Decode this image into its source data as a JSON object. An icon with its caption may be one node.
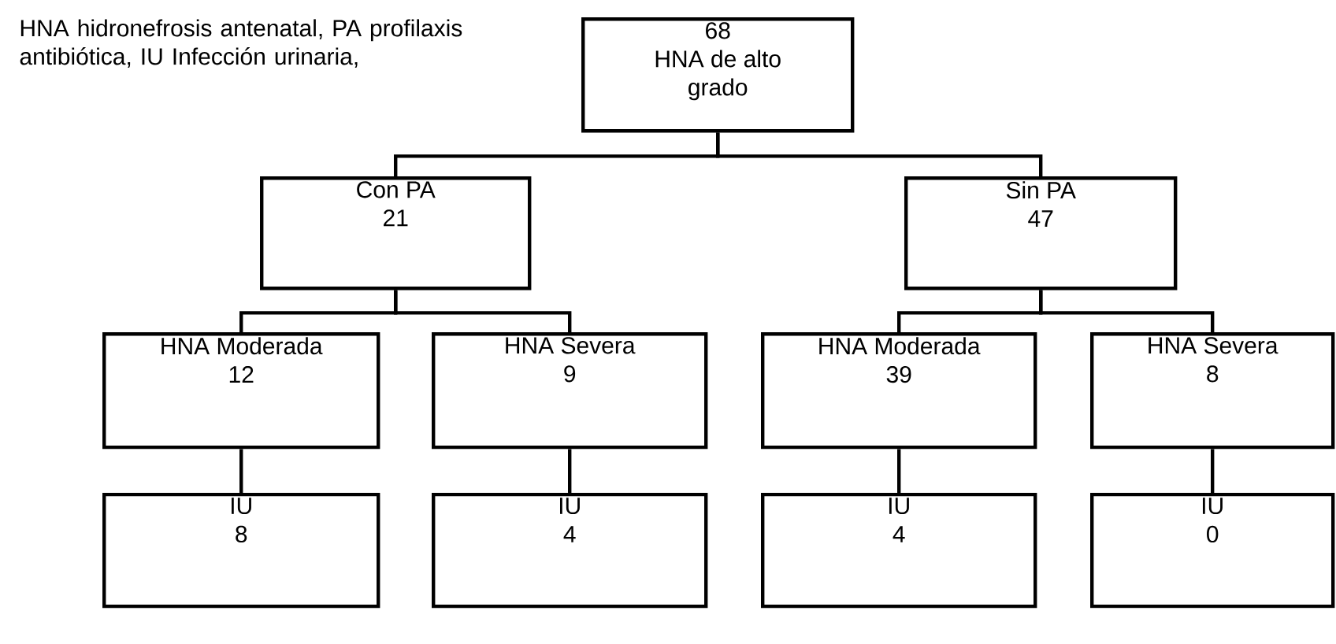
{
  "diagram": {
    "nodes": [
      {
        "text": [
          "68",
          "HNA de alto grado"
        ]
      },
      {
        "text": [
          "Con PA",
          "21"
        ]
      },
      {
        "text": [
          "Sin PA",
          "47"
        ]
      },
      {
        "text": [
          "HNA Moderada",
          "12"
        ]
      },
      {
        "text": [
          "HNA Severa",
          "9"
        ]
      },
      {
        "text": [
          "HNA Moderada",
          "39"
        ]
      },
      {
        "text": [
          "HNA Severa",
          "8"
        ]
      },
      {
        "text": [
          "IU",
          "8"
        ]
      },
      {
        "text": [
          "IU",
          "4"
        ]
      },
      {
        "text": [
          "IU",
          "4"
        ]
      },
      {
        "text": [
          "IU",
          "0"
        ]
      }
    ],
    "edges": [
      {
        "from": 0,
        "to": 1,
        "arrow": "none"
      },
      {
        "from": 0,
        "to": 2,
        "arrow": "none"
      },
      {
        "from": 1,
        "to": 3,
        "arrow": "none"
      },
      {
        "from": 1,
        "to": 4,
        "arrow": "none"
      },
      {
        "from": 2,
        "to": 5,
        "arrow": "none"
      },
      {
        "from": 2,
        "to": 6,
        "arrow": "none"
      },
      {
        "from": 3,
        "to": 7,
        "arrow": "none"
      },
      {
        "from": 4,
        "to": 8,
        "arrow": "none"
      },
      {
        "from": 5,
        "to": 9,
        "arrow": "none"
      },
      {
        "from": 6,
        "to": 10,
        "arrow": "none"
      }
    ],
    "labels": [
      "HNA hidronefrosis antenatal, PA profilaxis antibiótica, IU Infección urinaria,"
    ]
  }
}
